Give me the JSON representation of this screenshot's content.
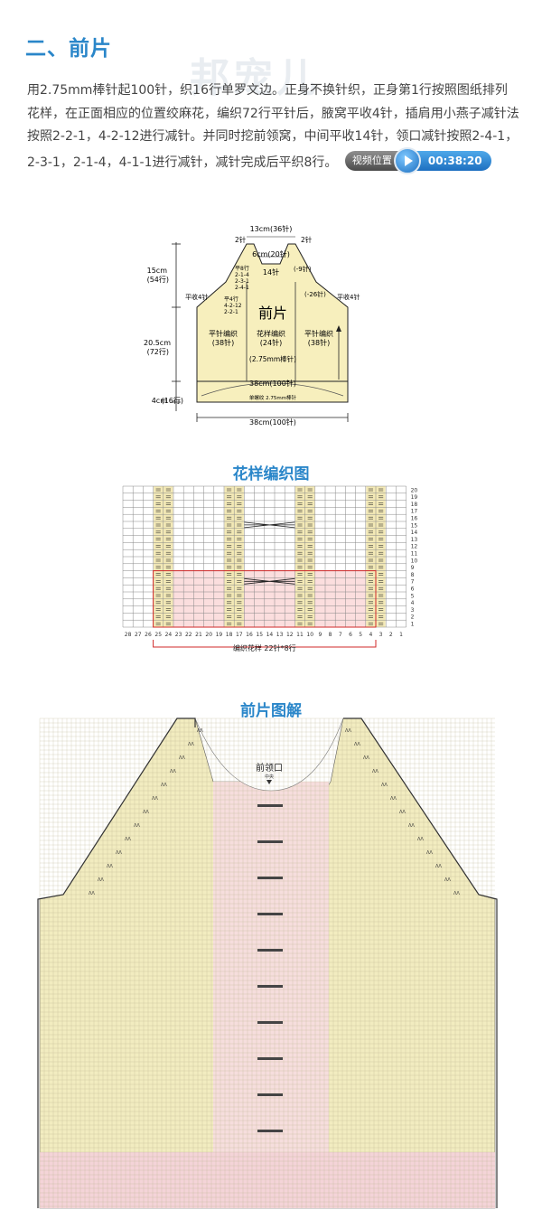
{
  "section": {
    "title": "二、前片",
    "watermark": "邦宠儿"
  },
  "intro": {
    "text": "用2.75mm棒针起100针，织16行单罗文边。正身不换针织，正身第1行按照图纸排列花样，在正面相应的位置绞麻花，编织72行平针后，腋窝平收4针，插肩用小燕子减针法按照2-2-1，4-2-12进行减针。并同时挖前领窝，中间平收14针，领口减针按照2-4-1，2-3-1，2-1-4，4-1-1进行减针，减针完成后平织8行。",
    "video_label": "视频位置",
    "video_time": "00:38:20"
  },
  "schematic": {
    "top_width": "13cm(36针)",
    "inner_width": "6cm(20针)",
    "center_cast_off": "14针",
    "left_top_st": "2针",
    "right_top_st": "2针",
    "neck_left_note1": "平8行",
    "neck_left_note2": "2-1-4",
    "neck_left_note3": "2-3-1",
    "neck_left_note4": "2-4-1",
    "neck_right_note": "(-9针)",
    "raglan_note1": "平4行",
    "raglan_note2": "4-2-12",
    "raglan_note3": "2-2-1",
    "armhole_left": "平收4针",
    "armhole_right": "平收4针",
    "right_raglan": "(-26针)",
    "title": "前片",
    "left_panel1": "平针编织",
    "left_panel2": "(38针)",
    "center_panel1": "花样编织",
    "center_panel2": "(24针)",
    "right_panel1": "平针编织",
    "right_panel2": "(38针)",
    "needle": "(2.75mm棒针)",
    "body_width": "38cm(100针)",
    "rib_note": "单螺纹 2.75mm棒针",
    "bottom_width": "38cm(100针)",
    "h_top1": "15cm",
    "h_top2": "(54行)",
    "h_mid1": "20.5cm",
    "h_mid2": "(72行)",
    "h_bot": "4cm",
    "h_bot2": "(16行)"
  },
  "pattern_chart": {
    "title": "花样编织图",
    "cols": [
      "28",
      "27",
      "26",
      "25",
      "24",
      "23",
      "22",
      "21",
      "20",
      "19",
      "18",
      "17",
      "16",
      "15",
      "14",
      "13",
      "12",
      "11",
      "10",
      "9",
      "8",
      "7",
      "6",
      "5",
      "4",
      "3",
      "2",
      "1"
    ],
    "rows": [
      "20",
      "19",
      "18",
      "17",
      "16",
      "15",
      "14",
      "13",
      "12",
      "11",
      "10",
      "9",
      "8",
      "7",
      "6",
      "5",
      "4",
      "3",
      "2",
      "1"
    ],
    "repeat_label": "编织花样 22针*8行"
  },
  "front_chart": {
    "title": "前片图解",
    "neck_label": "前领口",
    "center_label": "中央"
  }
}
